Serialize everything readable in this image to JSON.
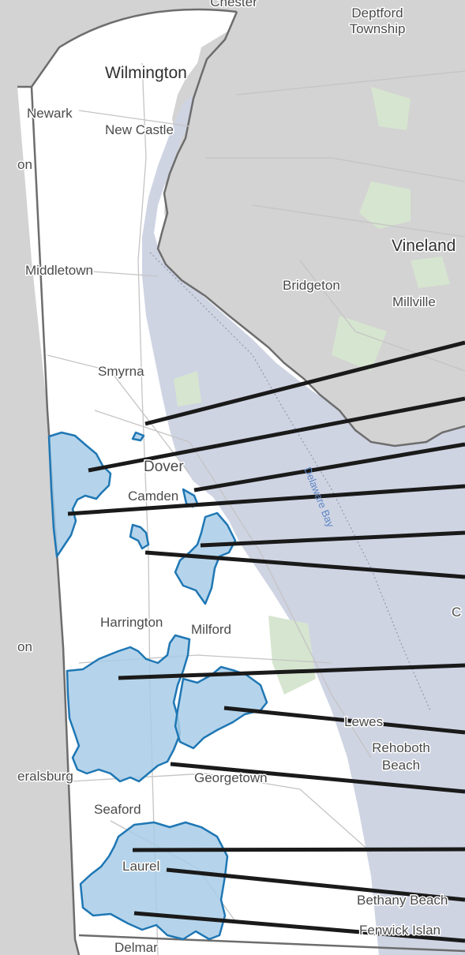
{
  "map": {
    "colors": {
      "land_outside": "#d3d3d3",
      "land_inside": "#ffffff",
      "water": "#cfd4e3",
      "region_fill": "#a8cce8",
      "region_stroke": "#1f77b4",
      "leader_line": "#1a1a1a",
      "border": "#6d6d6d",
      "park": "#d6e5cf"
    },
    "labels": {
      "chester": "Chester",
      "deptford": "Deptford",
      "township": "Township",
      "wilmington": "Wilmington",
      "newark": "Newark",
      "new_castle": "New Castle",
      "on_left": "on",
      "vineland": "Vineland",
      "middletown": "Middletown",
      "bridgeton": "Bridgeton",
      "millville": "Millville",
      "smyrna": "Smyrna",
      "dover": "Dover",
      "camden": "Camden",
      "delaware_bay": "Delaware Bay",
      "harrington": "Harrington",
      "milford": "Milford",
      "on_left2": "on",
      "c_right": "C",
      "lewes": "Lewes",
      "rehoboth": "Rehoboth",
      "beach": "Beach",
      "federalsburg": "eralsburg",
      "georgetown": "Georgetown",
      "seaford": "Seaford",
      "laurel": "Laurel",
      "bethany_beach": "Bethany Beach",
      "fenwick_island": "Fenwick Islan",
      "delmar": "Delmar"
    }
  }
}
